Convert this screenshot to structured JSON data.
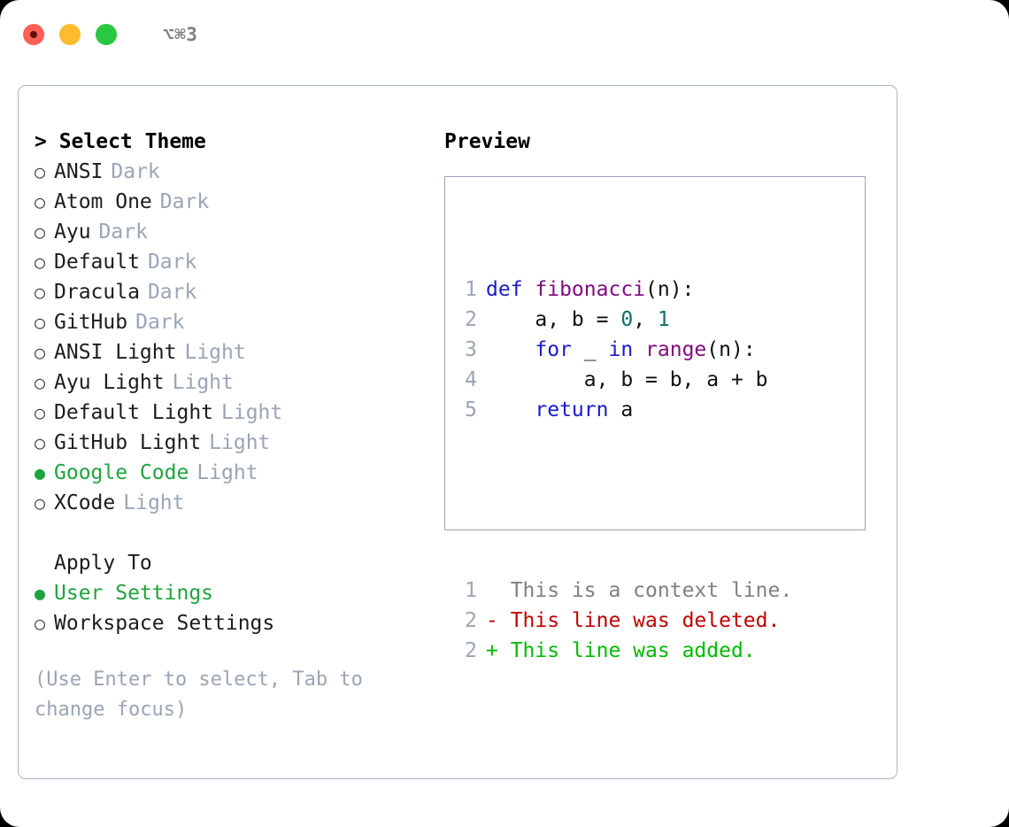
{
  "titlebar": {
    "shortcut": "⌥⌘3",
    "lights": [
      {
        "name": "close",
        "color": "#ff5f57"
      },
      {
        "name": "minimize",
        "color": "#febc2e"
      },
      {
        "name": "maximize",
        "color": "#28c840"
      }
    ]
  },
  "theme_list": {
    "heading": "> Select Theme",
    "items": [
      {
        "bullet": "○",
        "label": "ANSI",
        "tag": "Dark",
        "selected": false
      },
      {
        "bullet": "○",
        "label": "Atom One",
        "tag": "Dark",
        "selected": false
      },
      {
        "bullet": "○",
        "label": "Ayu",
        "tag": "Dark",
        "selected": false
      },
      {
        "bullet": "○",
        "label": "Default",
        "tag": "Dark",
        "selected": false
      },
      {
        "bullet": "○",
        "label": "Dracula",
        "tag": "Dark",
        "selected": false
      },
      {
        "bullet": "○",
        "label": "GitHub",
        "tag": "Dark",
        "selected": false
      },
      {
        "bullet": "○",
        "label": "ANSI Light",
        "tag": "Light",
        "selected": false
      },
      {
        "bullet": "○",
        "label": "Ayu Light",
        "tag": "Light",
        "selected": false
      },
      {
        "bullet": "○",
        "label": "Default Light",
        "tag": "Light",
        "selected": false
      },
      {
        "bullet": "○",
        "label": "GitHub Light",
        "tag": "Light",
        "selected": false
      },
      {
        "bullet": "●",
        "label": "Google Code",
        "tag": "Light",
        "selected": true
      },
      {
        "bullet": "○",
        "label": "XCode",
        "tag": "Light",
        "selected": false
      }
    ]
  },
  "apply_to": {
    "heading": "Apply To",
    "items": [
      {
        "bullet": "●",
        "label": "User Settings",
        "selected": true
      },
      {
        "bullet": "○",
        "label": "Workspace Settings",
        "selected": false
      }
    ]
  },
  "hint": "(Use Enter to select, Tab to change focus)",
  "preview": {
    "heading": "Preview",
    "code_lines": [
      {
        "num": "1",
        "tokens": [
          {
            "t": "def ",
            "c": "kw"
          },
          {
            "t": "fibonacci",
            "c": "fn"
          },
          {
            "t": "(n):",
            "c": "pln"
          }
        ]
      },
      {
        "num": "2",
        "tokens": [
          {
            "t": "    a, b = ",
            "c": "pln"
          },
          {
            "t": "0",
            "c": "num"
          },
          {
            "t": ", ",
            "c": "pln"
          },
          {
            "t": "1",
            "c": "num"
          }
        ]
      },
      {
        "num": "3",
        "tokens": [
          {
            "t": "    ",
            "c": "pln"
          },
          {
            "t": "for",
            "c": "kw"
          },
          {
            "t": " _ ",
            "c": "pln"
          },
          {
            "t": "in",
            "c": "kw"
          },
          {
            "t": " ",
            "c": "pln"
          },
          {
            "t": "range",
            "c": "fn"
          },
          {
            "t": "(n):",
            "c": "pln"
          }
        ]
      },
      {
        "num": "4",
        "tokens": [
          {
            "t": "        a, b = b, a + b",
            "c": "pln"
          }
        ]
      },
      {
        "num": "5",
        "tokens": [
          {
            "t": "    ",
            "c": "pln"
          },
          {
            "t": "return",
            "c": "kw"
          },
          {
            "t": " a",
            "c": "pln"
          }
        ]
      }
    ],
    "diff_lines": [
      {
        "num": "1",
        "marker": "  ",
        "text": "This is a context line.",
        "kind": "ctx"
      },
      {
        "num": "2",
        "marker": "- ",
        "text": "This line was deleted.",
        "kind": "del"
      },
      {
        "num": "2",
        "marker": "+ ",
        "text": "This line was added.",
        "kind": "add"
      }
    ]
  },
  "colors": {
    "keyword": "#1a1acc",
    "function": "#7f0a7f",
    "number": "#0d7068",
    "plain": "#111111",
    "context": "#808080",
    "deleted": "#c00000",
    "added": "#00bb00",
    "selected": "#1fa33f",
    "muted": "#9aa5b5",
    "border": "#aab4c4"
  }
}
